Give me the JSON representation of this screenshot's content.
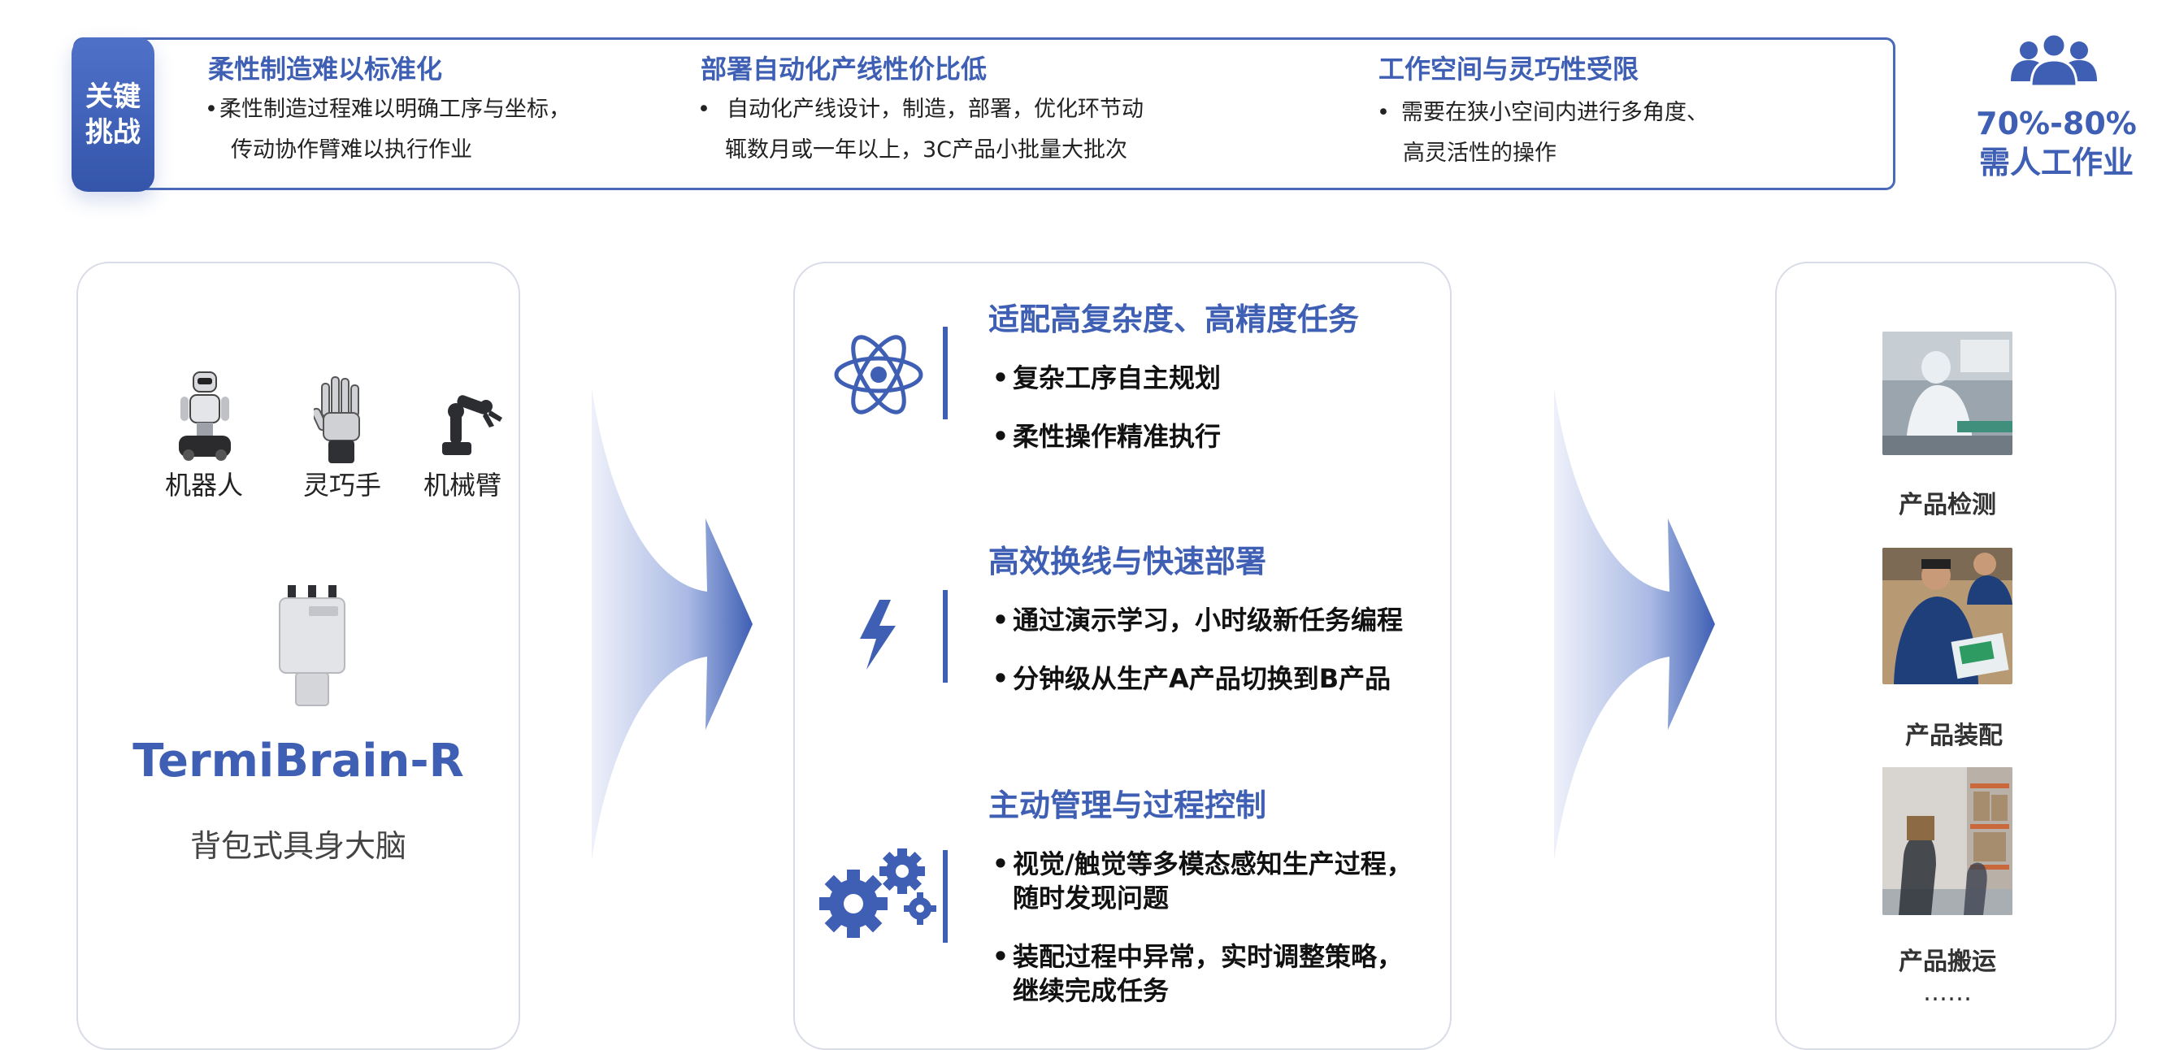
{
  "challenges": {
    "tag_line1": "关键",
    "tag_line2": "挑战",
    "items": [
      {
        "title": "柔性制造难以标准化",
        "lines": [
          "柔性制造过程难以明确工序与坐标，",
          "传动协作臂难以执行作业"
        ]
      },
      {
        "title": "部署自动化产线性价比低",
        "lines": [
          "自动化产线设计，制造，部署，优化环节动",
          "辄数月或一年以上，3C产品小批量大批次"
        ]
      },
      {
        "title": "工作空间与灵巧性受限",
        "lines": [
          "需要在狭小空间内进行多角度、",
          "高灵活性的操作"
        ]
      }
    ],
    "bullet": "•",
    "stat_line1": "70%-80%",
    "stat_line2": "需人工作业",
    "stat_icon": "people-group-icon"
  },
  "left": {
    "devices": [
      {
        "label": "机器人",
        "icon": "humanoid-robot-icon"
      },
      {
        "label": "灵巧手",
        "icon": "dexterous-hand-icon"
      },
      {
        "label": "机械臂",
        "icon": "robotic-arm-icon"
      }
    ],
    "module_icon": "brain-module-icon",
    "brand": "TermiBrain-R",
    "subtitle": "背包式具身大脑"
  },
  "middle": {
    "capabilities": [
      {
        "title": "适配高复杂度、高精度任务",
        "icon": "atom-icon",
        "items": [
          [
            "复杂工序自主规划"
          ],
          [
            "柔性操作精准执行"
          ]
        ]
      },
      {
        "title": "高效换线与快速部署",
        "icon": "lightning-icon",
        "items": [
          [
            "通过演示学习，小时级新任务编程"
          ],
          [
            "分钟级从生产A产品切换到B产品"
          ]
        ]
      },
      {
        "title": "主动管理与过程控制",
        "icon": "gears-icon",
        "items": [
          [
            "视觉/触觉等多模态感知生产过程，",
            "随时发现问题"
          ],
          [
            "装配过程中异常，实时调整策略，",
            "继续完成任务"
          ]
        ]
      }
    ],
    "bullet": "•"
  },
  "right": {
    "applications": [
      {
        "label": "产品检测",
        "image": "inspection-photo"
      },
      {
        "label": "产品装配",
        "image": "assembly-photo"
      },
      {
        "label": "产品搬运",
        "image": "warehouse-photo"
      }
    ],
    "more": "……"
  },
  "colors": {
    "accent": "#3e5fb4",
    "border": "#d8dce6",
    "arrow_light": "#e8edf8"
  }
}
